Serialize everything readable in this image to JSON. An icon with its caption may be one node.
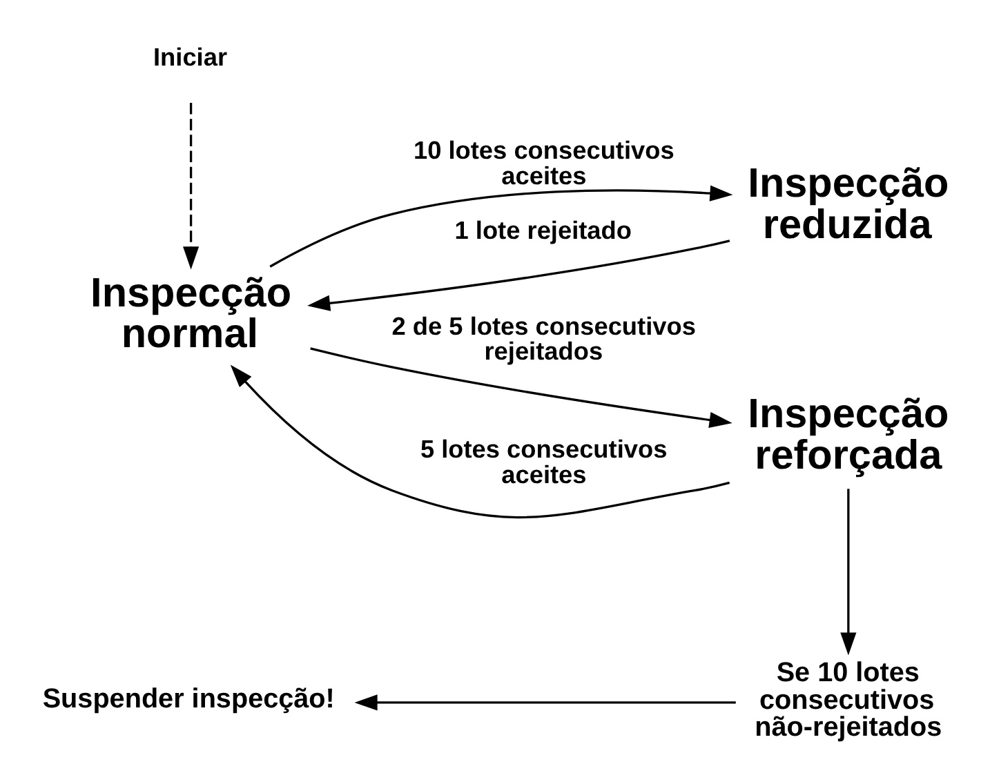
{
  "diagram": {
    "nodes": [
      {
        "text": [
          "Iniciar"
        ]
      },
      {
        "text": [
          "Inspecção normal"
        ]
      },
      {
        "text": [
          "Inspecção reduzida"
        ]
      },
      {
        "text": [
          "Inspecção reforçada"
        ]
      },
      {
        "text": [
          "Se 10 lotes consecutivos não-rejeitados"
        ]
      },
      {
        "text": [
          "Suspender inspecção!"
        ]
      }
    ],
    "edges": [
      {
        "from": 0,
        "to": 1,
        "arrow": "to",
        "style": "dashed"
      },
      {
        "from": 1,
        "to": 2,
        "arrow": "to",
        "label": "10 lotes consecutivos aceites"
      },
      {
        "from": 2,
        "to": 1,
        "arrow": "to",
        "label": "1 lote rejeitado"
      },
      {
        "from": 1,
        "to": 3,
        "arrow": "to",
        "label": "2 de 5 lotes consecutivos rejeitados"
      },
      {
        "from": 3,
        "to": 1,
        "arrow": "to",
        "label": "5 lotes consecutivos aceites"
      },
      {
        "from": 3,
        "to": 4,
        "arrow": "to"
      },
      {
        "from": 4,
        "to": 5,
        "arrow": "to"
      }
    ]
  }
}
